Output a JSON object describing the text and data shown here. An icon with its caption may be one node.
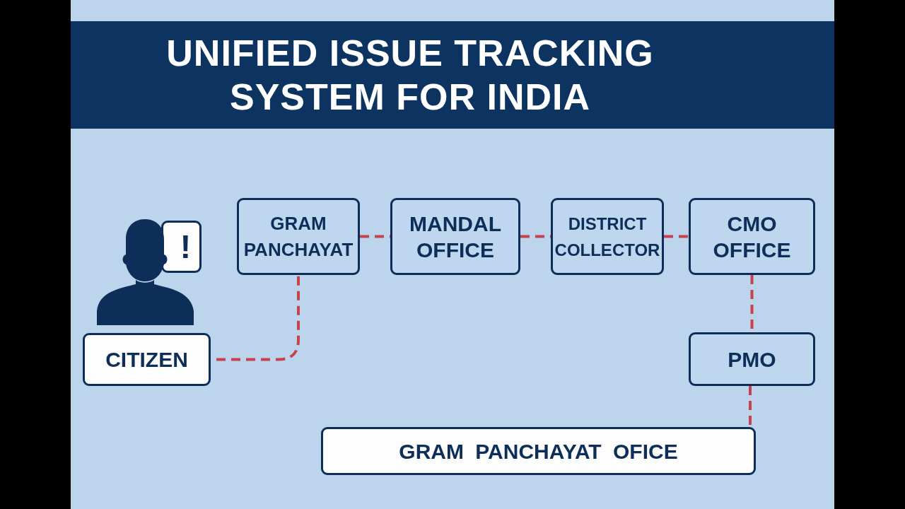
{
  "diagram": {
    "title": "UNIFIED ISSUE TRACKING SYSTEM FOR INDIA",
    "nodes": [
      {
        "text": [
          "!"
        ]
      },
      {
        "text": [
          "CITIZEN"
        ]
      },
      {
        "text": [
          "GRAM PANCHAYAT"
        ]
      },
      {
        "text": [
          "MANDAL OFFICE"
        ]
      },
      {
        "text": [
          "DISTRICT COLLECTOR"
        ]
      },
      {
        "text": [
          "CMO OFFICE"
        ]
      },
      {
        "text": [
          "PMO"
        ]
      },
      {
        "text": [
          "GRAM PANCHAYAT OFICE"
        ]
      }
    ],
    "edges": [
      {
        "from": 1,
        "to": 2,
        "arrow": "none",
        "style": "dashed"
      },
      {
        "from": 2,
        "to": 3,
        "arrow": "none",
        "style": "dashed"
      },
      {
        "from": 3,
        "to": 4,
        "arrow": "none",
        "style": "dashed"
      },
      {
        "from": 4,
        "to": 5,
        "arrow": "none",
        "style": "dashed"
      },
      {
        "from": 5,
        "to": 6,
        "arrow": "none",
        "style": "dashed"
      },
      {
        "from": 6,
        "to": 7,
        "arrow": "none",
        "style": "dashed"
      }
    ]
  }
}
